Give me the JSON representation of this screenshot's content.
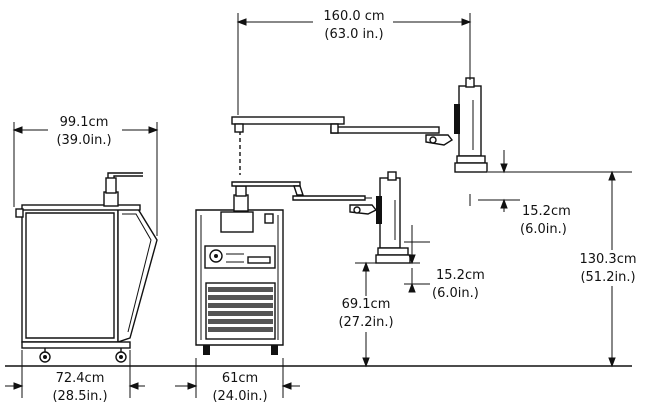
{
  "dimensions": {
    "arm_span": {
      "metric": "160.0 cm",
      "imperial": "(63.0 in.)"
    },
    "side_depth": {
      "metric": "99.1cm",
      "imperial": "(39.0in.)"
    },
    "base_depth": {
      "metric": "72.4cm",
      "imperial": "(28.5in.)"
    },
    "base_width": {
      "metric": "61cm",
      "imperial": "(24.0in.)"
    },
    "low_height": {
      "metric": "69.1cm",
      "imperial": "(27.2in.)"
    },
    "high_height": {
      "metric": "130.3cm",
      "imperial": "(51.2in.)"
    },
    "upper_vertical": {
      "metric": "15.2cm",
      "imperial": "(6.0in.)"
    },
    "lower_vertical": {
      "metric": "15.2cm",
      "imperial": "(6.0in.)"
    }
  }
}
